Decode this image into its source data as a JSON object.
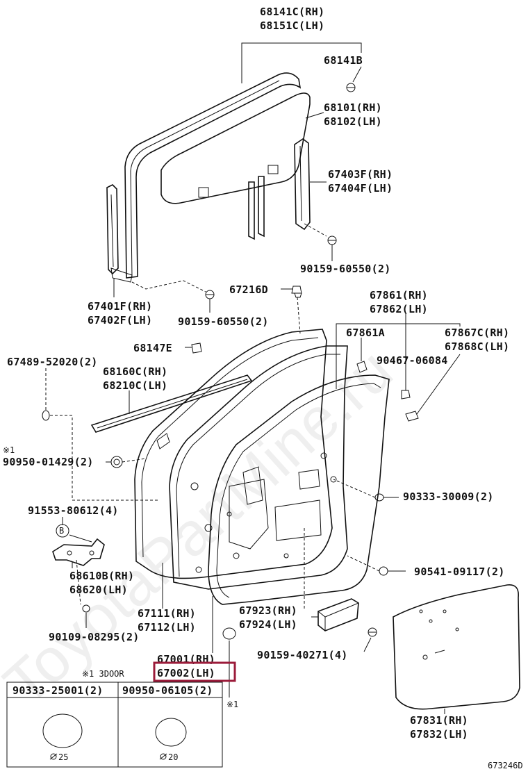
{
  "watermark": "ToyotaPartMine.ru",
  "diagram_id": "673246D",
  "labels": {
    "l68141c": "68141C(RH)",
    "l68151c": "68151C(LH)",
    "l68141b": "68141B",
    "l68101": "68101(RH)",
    "l68102": "68102(LH)",
    "l67403f": "67403F(RH)",
    "l67404f": "67404F(LH)",
    "l90159_60550_top": "90159-60550(2)",
    "l67216d": "67216D",
    "l67401f": "67401F(RH)",
    "l67402f": "67402F(LH)",
    "l90159_60550_mid": "90159-60550(2)",
    "l67861": "67861(RH)",
    "l67862": "67862(LH)",
    "l67861a": "67861A",
    "l67867c": "67867C(RH)",
    "l67868c": "67868C(LH)",
    "l90467": "90467-06084",
    "l68147e": "68147E",
    "l67489": "67489-52020(2)",
    "l68160c": "68160C(RH)",
    "l68210c": "68210C(LH)",
    "note1_mark": "※1",
    "l90950_01429": "90950-01429(2)",
    "l90333_30009": "90333-30009(2)",
    "l91553": "91553-80612(4)",
    "b_mark": "B",
    "l68610b": "68610B(RH)",
    "l68620": "68620(LH)",
    "l90541": "90541-09117(2)",
    "l90109": "90109-08295(2)",
    "l67111": "67111(RH)",
    "l67112": "67112(LH)",
    "l67923": "67923(RH)",
    "l67924": "67924(LH)",
    "l90159_40271": "90159-40271(4)",
    "l67001": "67001(RH)",
    "l67002": "67002(LH)",
    "note_3door": "※1  3DOOR",
    "note1_bottom": "※1",
    "l67831": "67831(RH)",
    "l67832": "67832(LH)"
  },
  "legend_table": {
    "col1_header": "90333-25001(2)",
    "col2_header": "90950-06105(2)",
    "col1_size": "25",
    "col2_size": "20"
  },
  "highlight": {
    "target": "67002(LH)",
    "color": "#9b1b3a"
  }
}
